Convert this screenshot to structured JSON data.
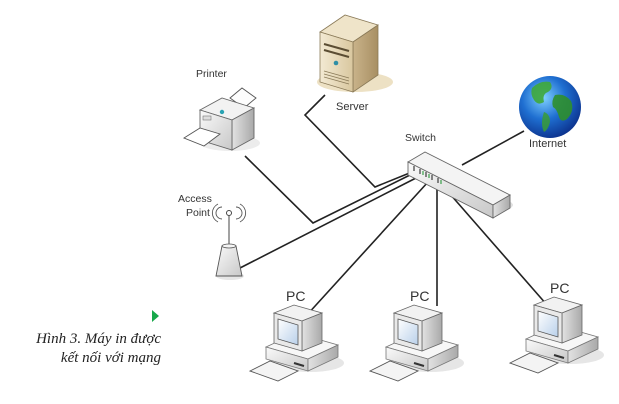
{
  "figure": {
    "caption_line1": "Hình 3. Máy in được",
    "caption_line2": "kết nối với mạng",
    "marker_color": "#17a84a"
  },
  "nodes": {
    "printer": {
      "label": "Printer",
      "icon": "printer-icon"
    },
    "server": {
      "label": "Server",
      "icon": "server-tower-icon"
    },
    "switch": {
      "label": "Switch",
      "icon": "network-switch-icon"
    },
    "internet": {
      "label": "Internet",
      "icon": "globe-icon"
    },
    "access_point": {
      "label_line1": "Access",
      "label_line2": "Point",
      "icon": "wireless-access-point-icon"
    },
    "pcs": [
      {
        "label": "PC",
        "icon": "desktop-computer-icon"
      },
      {
        "label": "PC",
        "icon": "desktop-computer-icon"
      },
      {
        "label": "PC",
        "icon": "desktop-computer-icon"
      }
    ]
  },
  "connections": [
    {
      "from": "printer",
      "to": "switch"
    },
    {
      "from": "server",
      "to": "switch"
    },
    {
      "from": "access_point",
      "to": "switch"
    },
    {
      "from": "internet",
      "to": "switch"
    },
    {
      "from": "switch",
      "to": "pc-1"
    },
    {
      "from": "switch",
      "to": "pc-2"
    },
    {
      "from": "switch",
      "to": "pc-3"
    }
  ]
}
